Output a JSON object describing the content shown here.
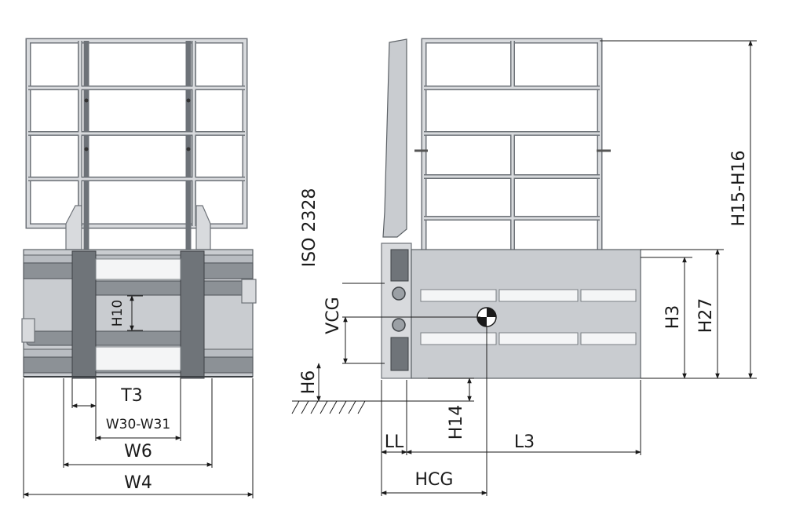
{
  "labels": {
    "t3": "T3",
    "w30_w31": "W30-W31",
    "w6": "W6",
    "w4": "W4",
    "h10": "H10",
    "iso": "ISO 2328",
    "vcg": "VCG",
    "h6": "H6",
    "h14": "H14",
    "ll": "LL",
    "l3": "L3",
    "hcg": "HCG",
    "h3": "H3",
    "h27": "H27",
    "h15_h16": "H15-H16"
  }
}
